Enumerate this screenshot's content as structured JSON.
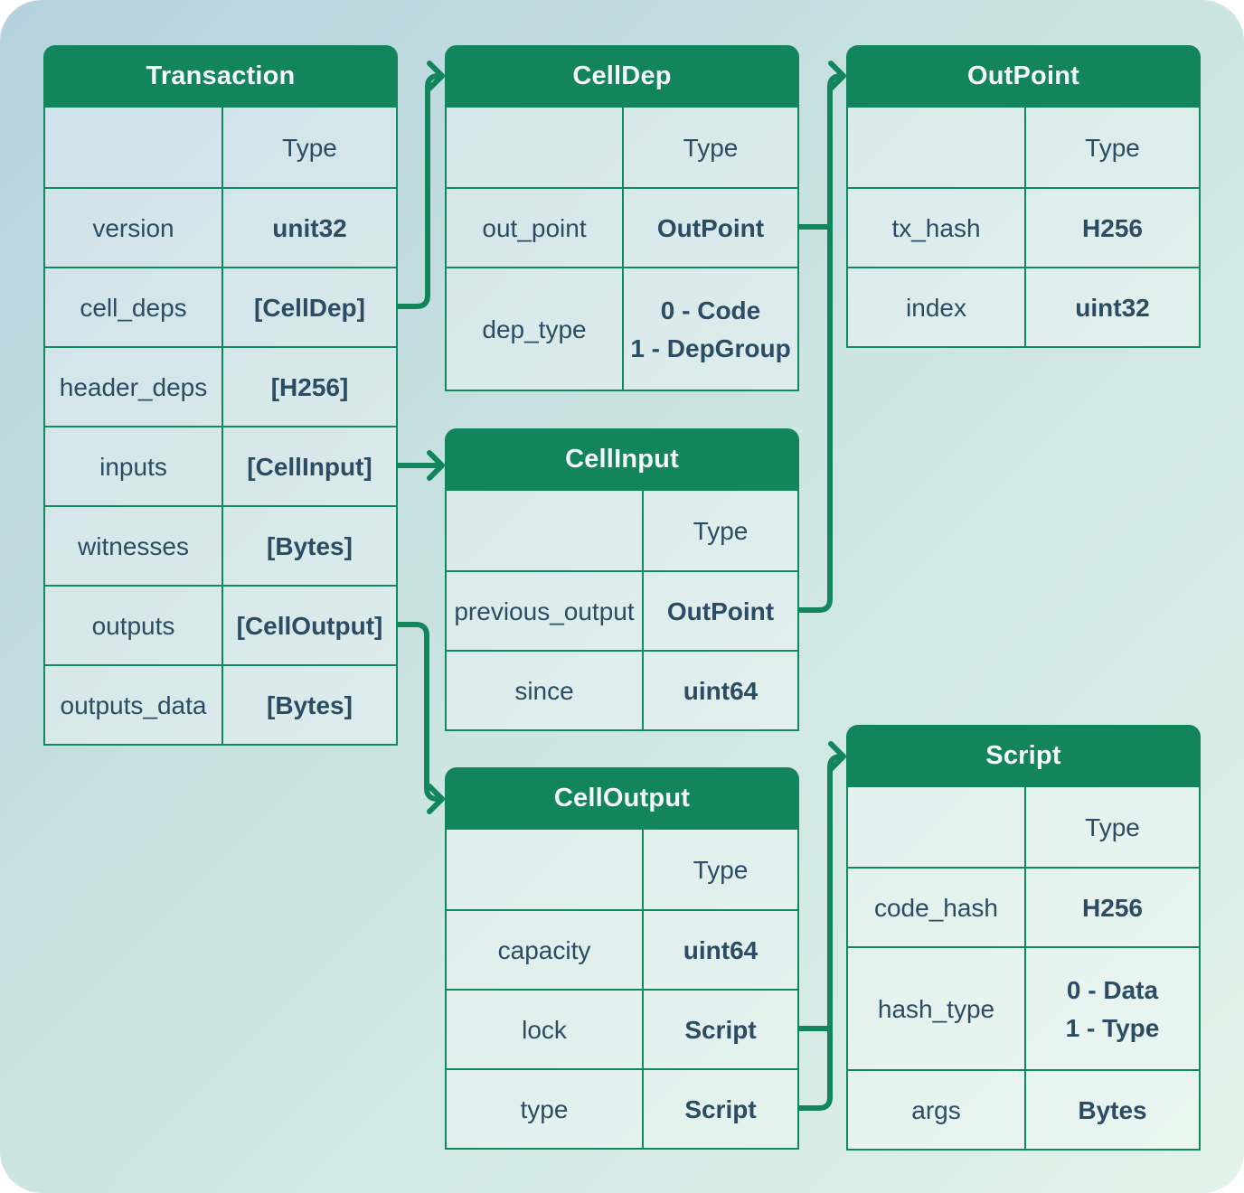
{
  "colors": {
    "header_green": "#12855c",
    "border_green": "#0f8a5e",
    "connector_green": "#12855c",
    "text_dark": "#2b4c63",
    "header_text": "#f6fbf9",
    "background_top_left": "#b5d2de",
    "background_bottom_right": "#e1f2ea"
  },
  "tables": {
    "transaction": {
      "title": "Transaction",
      "type_header": "Type",
      "rows": [
        {
          "field": "version",
          "type": [
            "unit32"
          ]
        },
        {
          "field": "cell_deps",
          "type": [
            "[CellDep]"
          ]
        },
        {
          "field": "header_deps",
          "type": [
            "[H256]"
          ]
        },
        {
          "field": "inputs",
          "type": [
            "[CellInput]"
          ]
        },
        {
          "field": "witnesses",
          "type": [
            "[Bytes]"
          ]
        },
        {
          "field": "outputs",
          "type": [
            "[CellOutput]"
          ]
        },
        {
          "field": "outputs_data",
          "type": [
            "[Bytes]"
          ]
        }
      ]
    },
    "celldep": {
      "title": "CellDep",
      "type_header": "Type",
      "rows": [
        {
          "field": "out_point",
          "type": [
            "OutPoint"
          ]
        },
        {
          "field": "dep_type",
          "type": [
            "0 - Code",
            "1 - DepGroup"
          ]
        }
      ]
    },
    "outpoint": {
      "title": "OutPoint",
      "type_header": "Type",
      "rows": [
        {
          "field": "tx_hash",
          "type": [
            "H256"
          ]
        },
        {
          "field": "index",
          "type": [
            "uint32"
          ]
        }
      ]
    },
    "cellinput": {
      "title": "CellInput",
      "type_header": "Type",
      "rows": [
        {
          "field": "previous_output",
          "type": [
            "OutPoint"
          ]
        },
        {
          "field": "since",
          "type": [
            "uint64"
          ]
        }
      ]
    },
    "celloutput": {
      "title": "CellOutput",
      "type_header": "Type",
      "rows": [
        {
          "field": "capacity",
          "type": [
            "uint64"
          ]
        },
        {
          "field": "lock",
          "type": [
            "Script"
          ]
        },
        {
          "field": "type",
          "type": [
            "Script"
          ]
        }
      ]
    },
    "script": {
      "title": "Script",
      "type_header": "Type",
      "rows": [
        {
          "field": "code_hash",
          "type": [
            "H256"
          ]
        },
        {
          "field": "hash_type",
          "type": [
            "0 - Data",
            "1 - Type"
          ]
        },
        {
          "field": "args",
          "type": [
            "Bytes"
          ]
        }
      ]
    }
  },
  "connectors": [
    {
      "from": "Transaction.cell_deps",
      "to": "CellDep"
    },
    {
      "from": "Transaction.inputs",
      "to": "CellInput"
    },
    {
      "from": "Transaction.outputs",
      "to": "CellOutput"
    },
    {
      "from": "CellDep.out_point",
      "to": "OutPoint"
    },
    {
      "from": "CellInput.previous_output",
      "to": "OutPoint"
    },
    {
      "from": "CellOutput.lock",
      "to": "Script"
    },
    {
      "from": "CellOutput.type",
      "to": "Script"
    }
  ]
}
